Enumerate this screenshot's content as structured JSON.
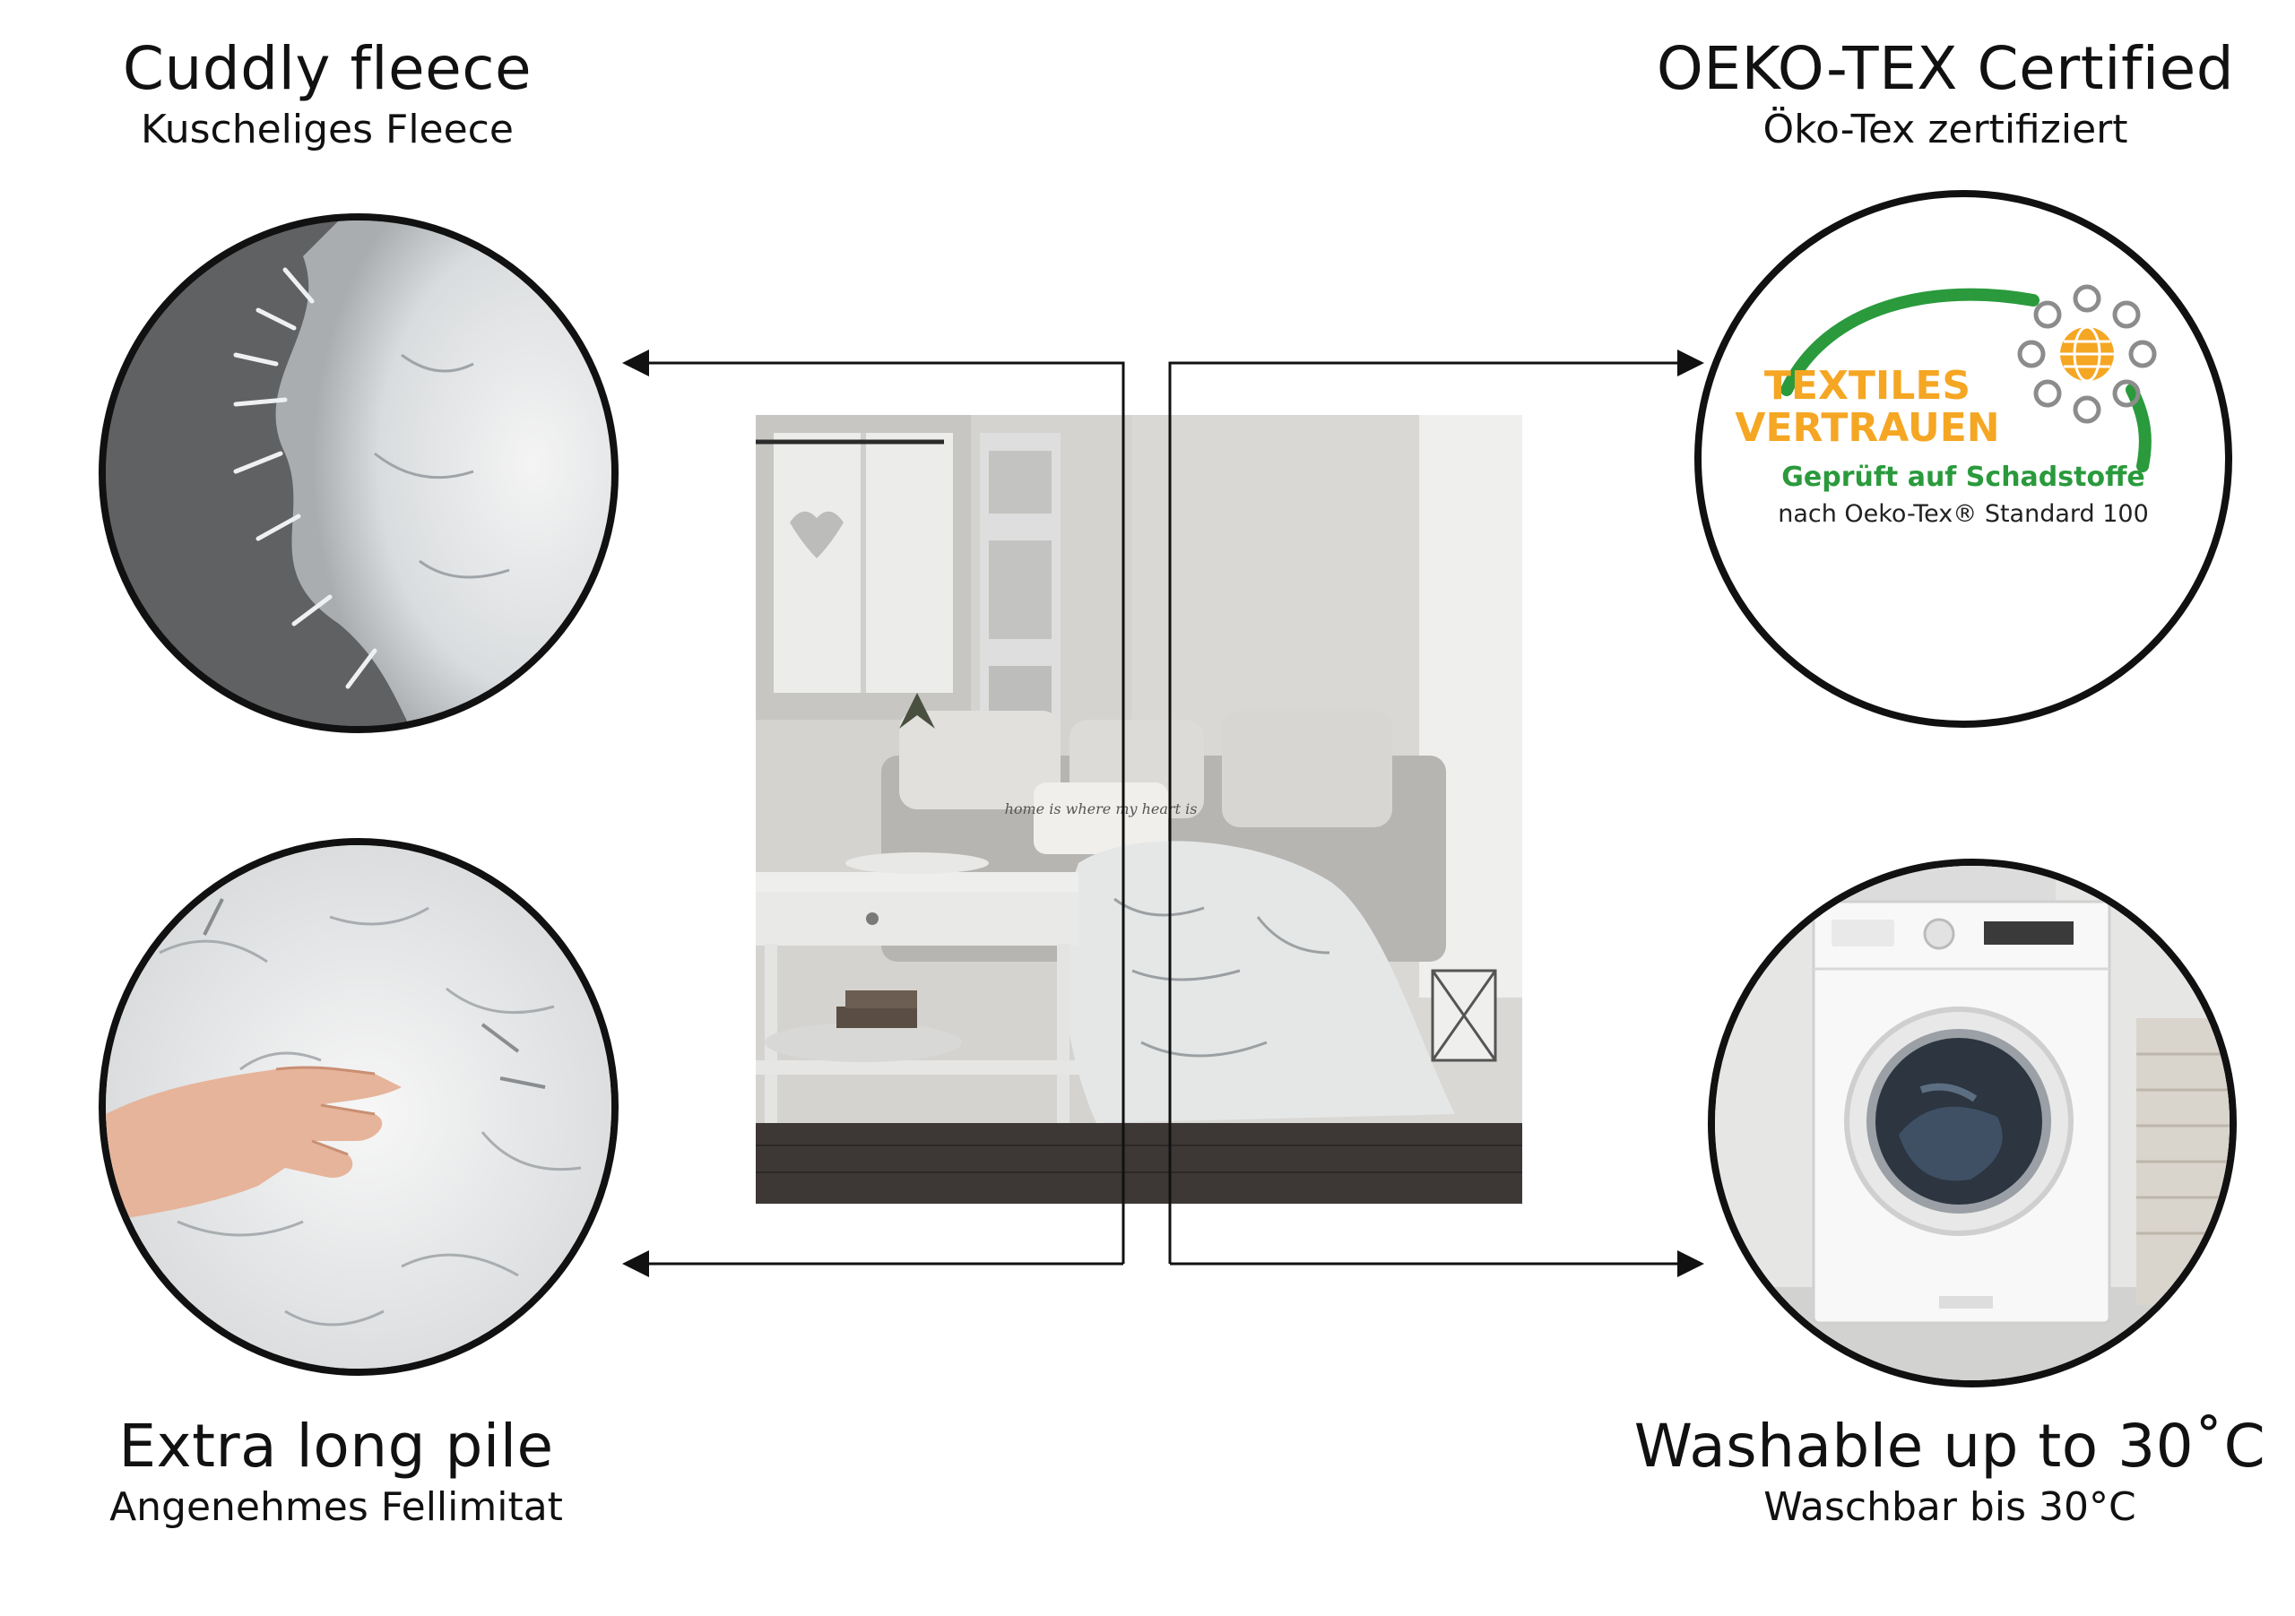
{
  "features": {
    "top_left": {
      "title": "Cuddly fleece",
      "subtitle": "Kuscheliges Fleece"
    },
    "top_right": {
      "title": "OEKO-TEX Certified",
      "subtitle": "Öko-Tex zertifiziert"
    },
    "bottom_left": {
      "title": "Extra long pile",
      "subtitle": "Angenehmes Fellimitat"
    },
    "bottom_right": {
      "title": "Washable up to 30˚C",
      "subtitle": "Waschbar bis 30°C"
    }
  },
  "oekotex_badge": {
    "line1": "TEXTILES",
    "line2": "VERTRAUEN",
    "line3": "Geprüft auf Schadstoffe",
    "line4": "nach Oeko-Tex® Standard 100",
    "green": "#2a9a3c",
    "orange": "#f5a623"
  },
  "photo": {
    "pillow_text": "home is where my heart is"
  },
  "colors": {
    "border": "#111111",
    "fleece_grey": "#5f6163",
    "fur_white": "#ececec"
  }
}
